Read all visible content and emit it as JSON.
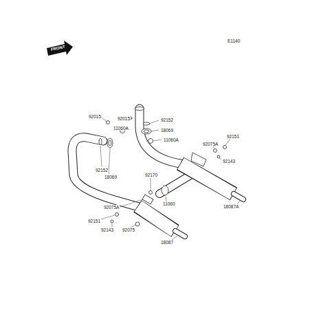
{
  "diagram": {
    "labels": [
      "FRONT",
      "E1140",
      "92015",
      "92015",
      "92152",
      "18069",
      "11060A",
      "11060A",
      "92152",
      "18069",
      "92151",
      "92075A",
      "92143",
      "92170",
      "11060",
      "18087A",
      "92075A",
      "92151",
      "92143",
      "92075",
      "18087"
    ]
  }
}
